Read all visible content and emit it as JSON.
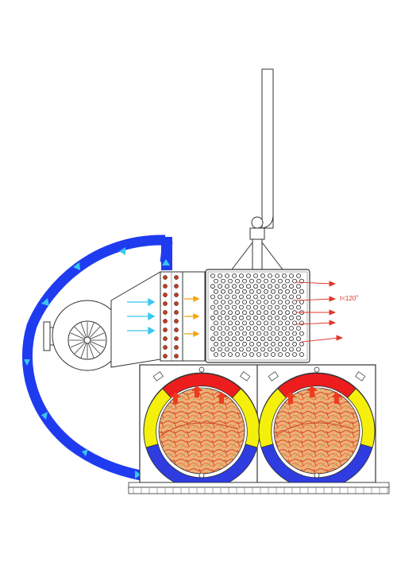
{
  "diagram": {
    "annotations": {
      "temperature": "t<120",
      "degree_mark": "o"
    },
    "colors": {
      "duct": "#1f3bf0",
      "flow_arrow": "#39c6f0",
      "hot_arrow": "#f2a516",
      "exhaust_arrow": "#e0362b",
      "heater_dot": "#c63b1f",
      "top_segment": "#ee1d1d",
      "side_segment": "#f4f00c",
      "bottom_segment": "#2e3ce0",
      "biomass": "#e4a66b",
      "outline": "#222222"
    },
    "chambers": [
      "chamber-left",
      "chamber-right"
    ]
  }
}
